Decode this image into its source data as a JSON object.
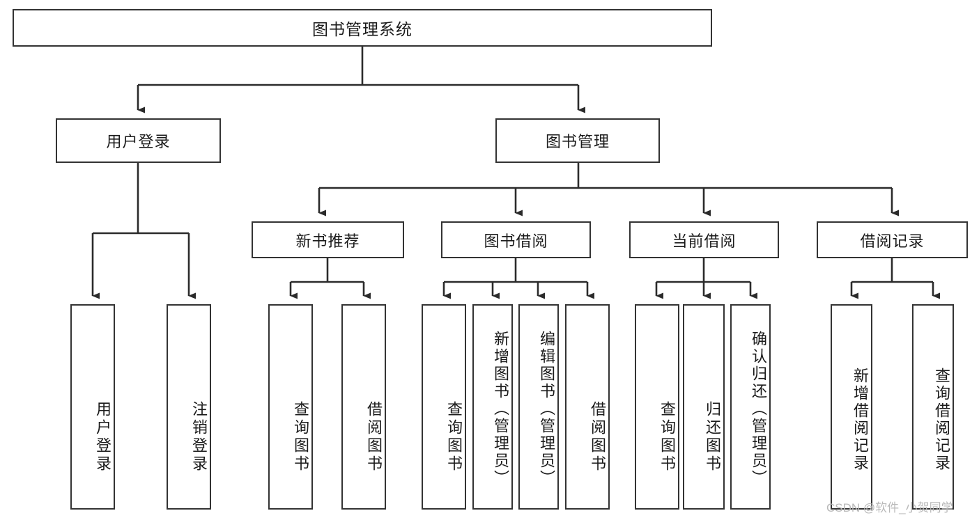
{
  "diagram": {
    "title": "图书管理系统",
    "type": "hierarchy-tree",
    "watermark": "CSDN @软件_小贺同学",
    "colors": {
      "stroke": "#333333",
      "fill": "#ffffff",
      "text": "#1a1a1a",
      "watermark": "#b9b9b9"
    },
    "root": {
      "label": "图书管理系统"
    },
    "level1": [
      {
        "label": "用户登录"
      },
      {
        "label": "图书管理"
      }
    ],
    "level2": [
      {
        "label": "新书推荐"
      },
      {
        "label": "图书借阅"
      },
      {
        "label": "当前借阅"
      },
      {
        "label": "借阅记录"
      }
    ],
    "leaves": {
      "user_login": [
        {
          "label": "用户登录"
        },
        {
          "label": "注销登录"
        }
      ],
      "new_book_recommend": [
        {
          "label": "查询图书"
        },
        {
          "label": "借阅图书"
        }
      ],
      "book_borrow": [
        {
          "label": "查询图书"
        },
        {
          "label": "新增图书（管理员）"
        },
        {
          "label": "编辑图书（管理员）"
        },
        {
          "label": "借阅图书"
        }
      ],
      "current_borrow": [
        {
          "label": "查询图书"
        },
        {
          "label": "归还图书"
        },
        {
          "label": "确认归还（管理员）"
        }
      ],
      "borrow_records": [
        {
          "label": "新增借阅记录"
        },
        {
          "label": "查询借阅记录"
        }
      ]
    }
  },
  "chart_data": {
    "type": "table",
    "title": "图书管理系统",
    "nodes": [
      {
        "id": "root",
        "label": "图书管理系统",
        "level": 0,
        "parent": null
      },
      {
        "id": "user-login",
        "label": "用户登录",
        "level": 1,
        "parent": "root"
      },
      {
        "id": "book-manage",
        "label": "图书管理",
        "level": 1,
        "parent": "root"
      },
      {
        "id": "new-book",
        "label": "新书推荐",
        "level": 2,
        "parent": "book-manage"
      },
      {
        "id": "book-borrow",
        "label": "图书借阅",
        "level": 2,
        "parent": "book-manage"
      },
      {
        "id": "current-borrow",
        "label": "当前借阅",
        "level": 2,
        "parent": "book-manage"
      },
      {
        "id": "borrow-record",
        "label": "借阅记录",
        "level": 2,
        "parent": "book-manage"
      },
      {
        "id": "leaf-1",
        "label": "用户登录",
        "level": 2,
        "parent": "user-login"
      },
      {
        "id": "leaf-2",
        "label": "注销登录",
        "level": 2,
        "parent": "user-login"
      },
      {
        "id": "leaf-3",
        "label": "查询图书",
        "level": 3,
        "parent": "new-book"
      },
      {
        "id": "leaf-4",
        "label": "借阅图书",
        "level": 3,
        "parent": "new-book"
      },
      {
        "id": "leaf-5",
        "label": "查询图书",
        "level": 3,
        "parent": "book-borrow"
      },
      {
        "id": "leaf-6",
        "label": "新增图书（管理员）",
        "level": 3,
        "parent": "book-borrow"
      },
      {
        "id": "leaf-7",
        "label": "编辑图书（管理员）",
        "level": 3,
        "parent": "book-borrow"
      },
      {
        "id": "leaf-8",
        "label": "借阅图书",
        "level": 3,
        "parent": "book-borrow"
      },
      {
        "id": "leaf-9",
        "label": "查询图书",
        "level": 3,
        "parent": "current-borrow"
      },
      {
        "id": "leaf-10",
        "label": "归还图书",
        "level": 3,
        "parent": "current-borrow"
      },
      {
        "id": "leaf-11",
        "label": "确认归还（管理员）",
        "level": 3,
        "parent": "current-borrow"
      },
      {
        "id": "leaf-12",
        "label": "新增借阅记录",
        "level": 3,
        "parent": "borrow-record"
      },
      {
        "id": "leaf-13",
        "label": "查询借阅记录",
        "level": 3,
        "parent": "borrow-record"
      }
    ]
  }
}
